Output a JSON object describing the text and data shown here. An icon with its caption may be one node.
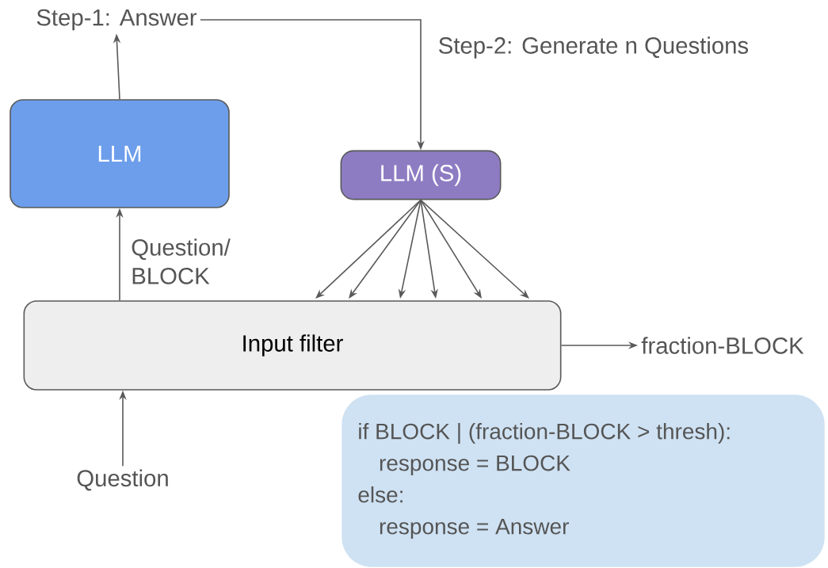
{
  "diagram": {
    "nodes": [
      {
        "text": [
          "Step-1: Answer"
        ]
      },
      {
        "text": [
          "LLM"
        ]
      },
      {
        "text": [
          "LLM (S)"
        ]
      },
      {
        "text": [
          "Input filter"
        ]
      },
      {
        "text": [
          "fraction-BLOCK"
        ]
      },
      {
        "text": [
          "Question"
        ]
      },
      {
        "text": [
          "if BLOCK | (fraction-BLOCK > thresh):",
          "response = BLOCK",
          "else:",
          "response = Answer"
        ]
      }
    ],
    "edges": [
      {
        "from": 1,
        "to": 0,
        "arrow": "to"
      },
      {
        "from": 0,
        "to": 2,
        "arrow": "to",
        "label": "Step-2: Generate n Questions"
      },
      {
        "from": 2,
        "to": 3,
        "arrow": "to"
      },
      {
        "from": 2,
        "to": 3,
        "arrow": "to"
      },
      {
        "from": 2,
        "to": 3,
        "arrow": "to"
      },
      {
        "from": 2,
        "to": 3,
        "arrow": "to"
      },
      {
        "from": 2,
        "to": 3,
        "arrow": "to"
      },
      {
        "from": 2,
        "to": 3,
        "arrow": "to"
      },
      {
        "from": 3,
        "to": 1,
        "arrow": "to",
        "label": "Question/ BLOCK"
      },
      {
        "from": 3,
        "to": 4,
        "arrow": "to"
      },
      {
        "from": 5,
        "to": 3,
        "arrow": "to"
      }
    ]
  }
}
